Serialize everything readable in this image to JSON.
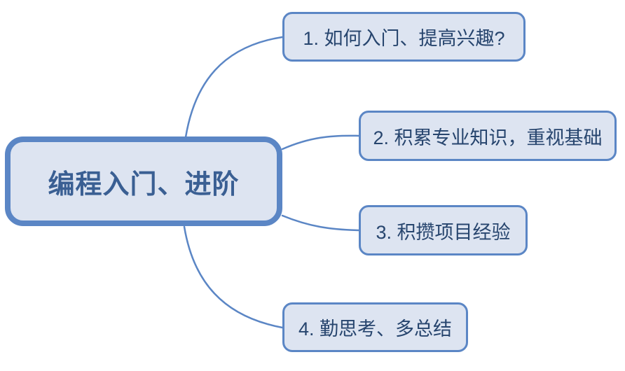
{
  "diagram": {
    "type": "mindmap",
    "root": {
      "label": "编程入门、进阶"
    },
    "branches": [
      {
        "label": "1. 如何入门、提高兴趣?"
      },
      {
        "label": "2. 积累专业知识，重视基础"
      },
      {
        "label": "3. 积攒项目经验"
      },
      {
        "label": "4. 勤思考、多总结"
      }
    ]
  },
  "colors": {
    "background": "#ffffff",
    "node_border": "#5b86c5",
    "node_fill": "#dde4f1",
    "connector": "#5b86c5",
    "root_text": "#3a5f93",
    "branch_text": "#27456e"
  }
}
